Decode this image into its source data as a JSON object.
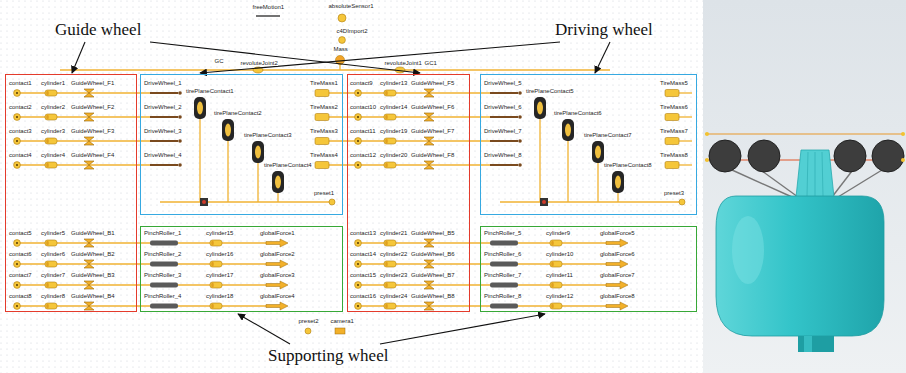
{
  "diagram": {
    "nodes": [
      {
        "text": [
          "contact1",
          "cylinder1",
          "GuideWheel_F1",
          "contact2",
          "cylinder2",
          "GuideWheel_F2",
          "contact3",
          "cylinder3",
          "GuideWheel_F3",
          "contact4",
          "cylinder4",
          "GuideWheel_F4",
          "contact5",
          "cylinder5",
          "GuideWheel_B1",
          "contact6",
          "cylinder6",
          "GuideWheel_B2",
          "contact7",
          "cylinder7",
          "GuideWheel_B3",
          "contact8",
          "cylinder8",
          "GuideWheel_B4"
        ]
      },
      {
        "text": [
          "DriveWheel_1",
          "tirePlaneContact1",
          "TireMass1",
          "DriveWheel_2",
          "tirePlaneContact2",
          "TireMass2",
          "DriveWheel_3",
          "tirePlaneContact3",
          "TireMass3",
          "DriveWheel_4",
          "tirePlaneContact4",
          "TireMass4",
          "preset1"
        ]
      },
      {
        "text": [
          "contact9",
          "cylinder13",
          "GuideWheel_F5",
          "contact10",
          "cylinder14",
          "GuideWheel_F6",
          "contact11",
          "cylinder19",
          "GuideWheel_F7",
          "contact12",
          "cylinder20",
          "GuideWheel_F8",
          "contact13",
          "cylinder21",
          "GuideWheel_B5",
          "contact14",
          "cylinder22",
          "GuideWheel_B6",
          "contact15",
          "cylinder23",
          "GuideWheel_B7",
          "contact16",
          "cylinder24",
          "GuideWheel_B8"
        ]
      },
      {
        "text": [
          "DriveWheel_5",
          "tirePlaneContact5",
          "TireMass5",
          "DriveWheel_6",
          "tirePlaneContact6",
          "TireMass6",
          "DriveWheel_7",
          "tirePlaneContact7",
          "TireMass7",
          "DriveWheel_8",
          "tirePlaneContact8",
          "TireMass8",
          "preset3"
        ]
      },
      {
        "text": [
          "PinchRoller_1",
          "cylinder15",
          "globalForce1",
          "PinchRoller_2",
          "cylinder16",
          "globalForce2",
          "PinchRoller_3",
          "cylinder17",
          "globalForce3",
          "PinchRoller_4",
          "cylinder18",
          "globalForce4"
        ]
      },
      {
        "text": [
          "PinchRoller_5",
          "cylinder9",
          "globalForce5",
          "PinchRoller_6",
          "cylinder10",
          "globalForce6",
          "PinchRoller_7",
          "cylinder11",
          "globalForce7",
          "PinchRoller_8",
          "cylinder12",
          "globalForce8"
        ]
      }
    ],
    "labels": [
      "Guide wheel",
      "Driving wheel",
      "freeMotion1",
      "absoluteSensor1",
      "c4DImport2",
      "Mass",
      "GC",
      "revoluteJoint2",
      "revoluteJoint1",
      "GC1",
      "preset2",
      "camera1",
      "Supporting wheel"
    ]
  }
}
